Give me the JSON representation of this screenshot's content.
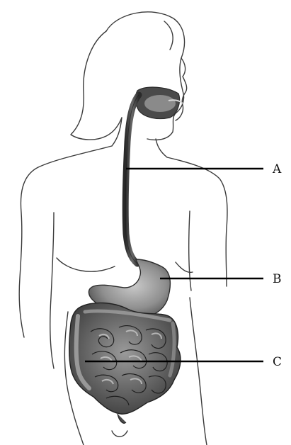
{
  "labels": {
    "a": "A",
    "b": "B",
    "c": "C"
  },
  "colors": {
    "outline": "#3a3a3a",
    "organ_dark": "#3c3c3c",
    "organ_mid": "#7a7a7a",
    "organ_light": "#b0b0b0",
    "leader": "#000000"
  }
}
